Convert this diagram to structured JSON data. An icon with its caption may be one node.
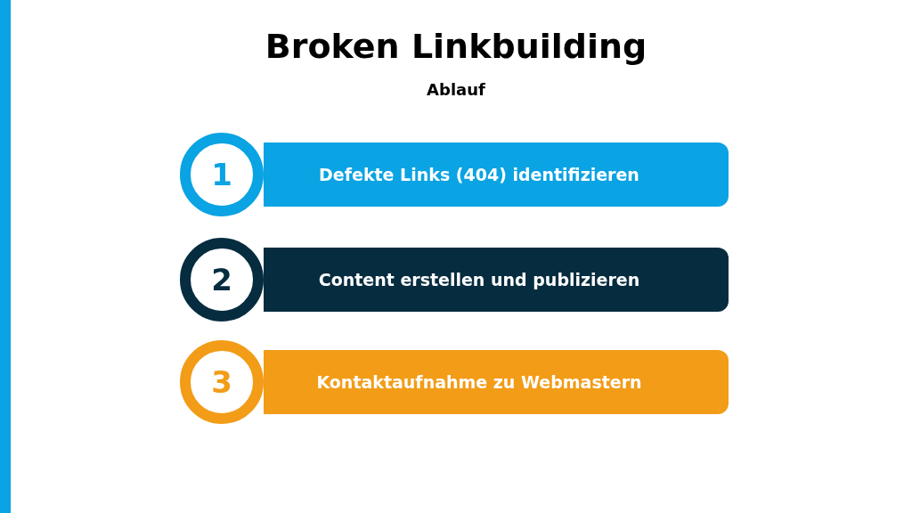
{
  "diagram": {
    "title": "Broken Linkbuilding",
    "nodes": [
      {
        "text": [
          "1"
        ]
      },
      {
        "text": [
          "Defekte Links (404) identifizieren"
        ]
      },
      {
        "text": [
          "2"
        ]
      },
      {
        "text": [
          "Content erstellen und publizieren"
        ]
      },
      {
        "text": [
          "3"
        ]
      },
      {
        "text": [
          "Kontaktaufnahme zu Webmastern"
        ]
      }
    ],
    "labels": [
      "Ablauf"
    ]
  }
}
